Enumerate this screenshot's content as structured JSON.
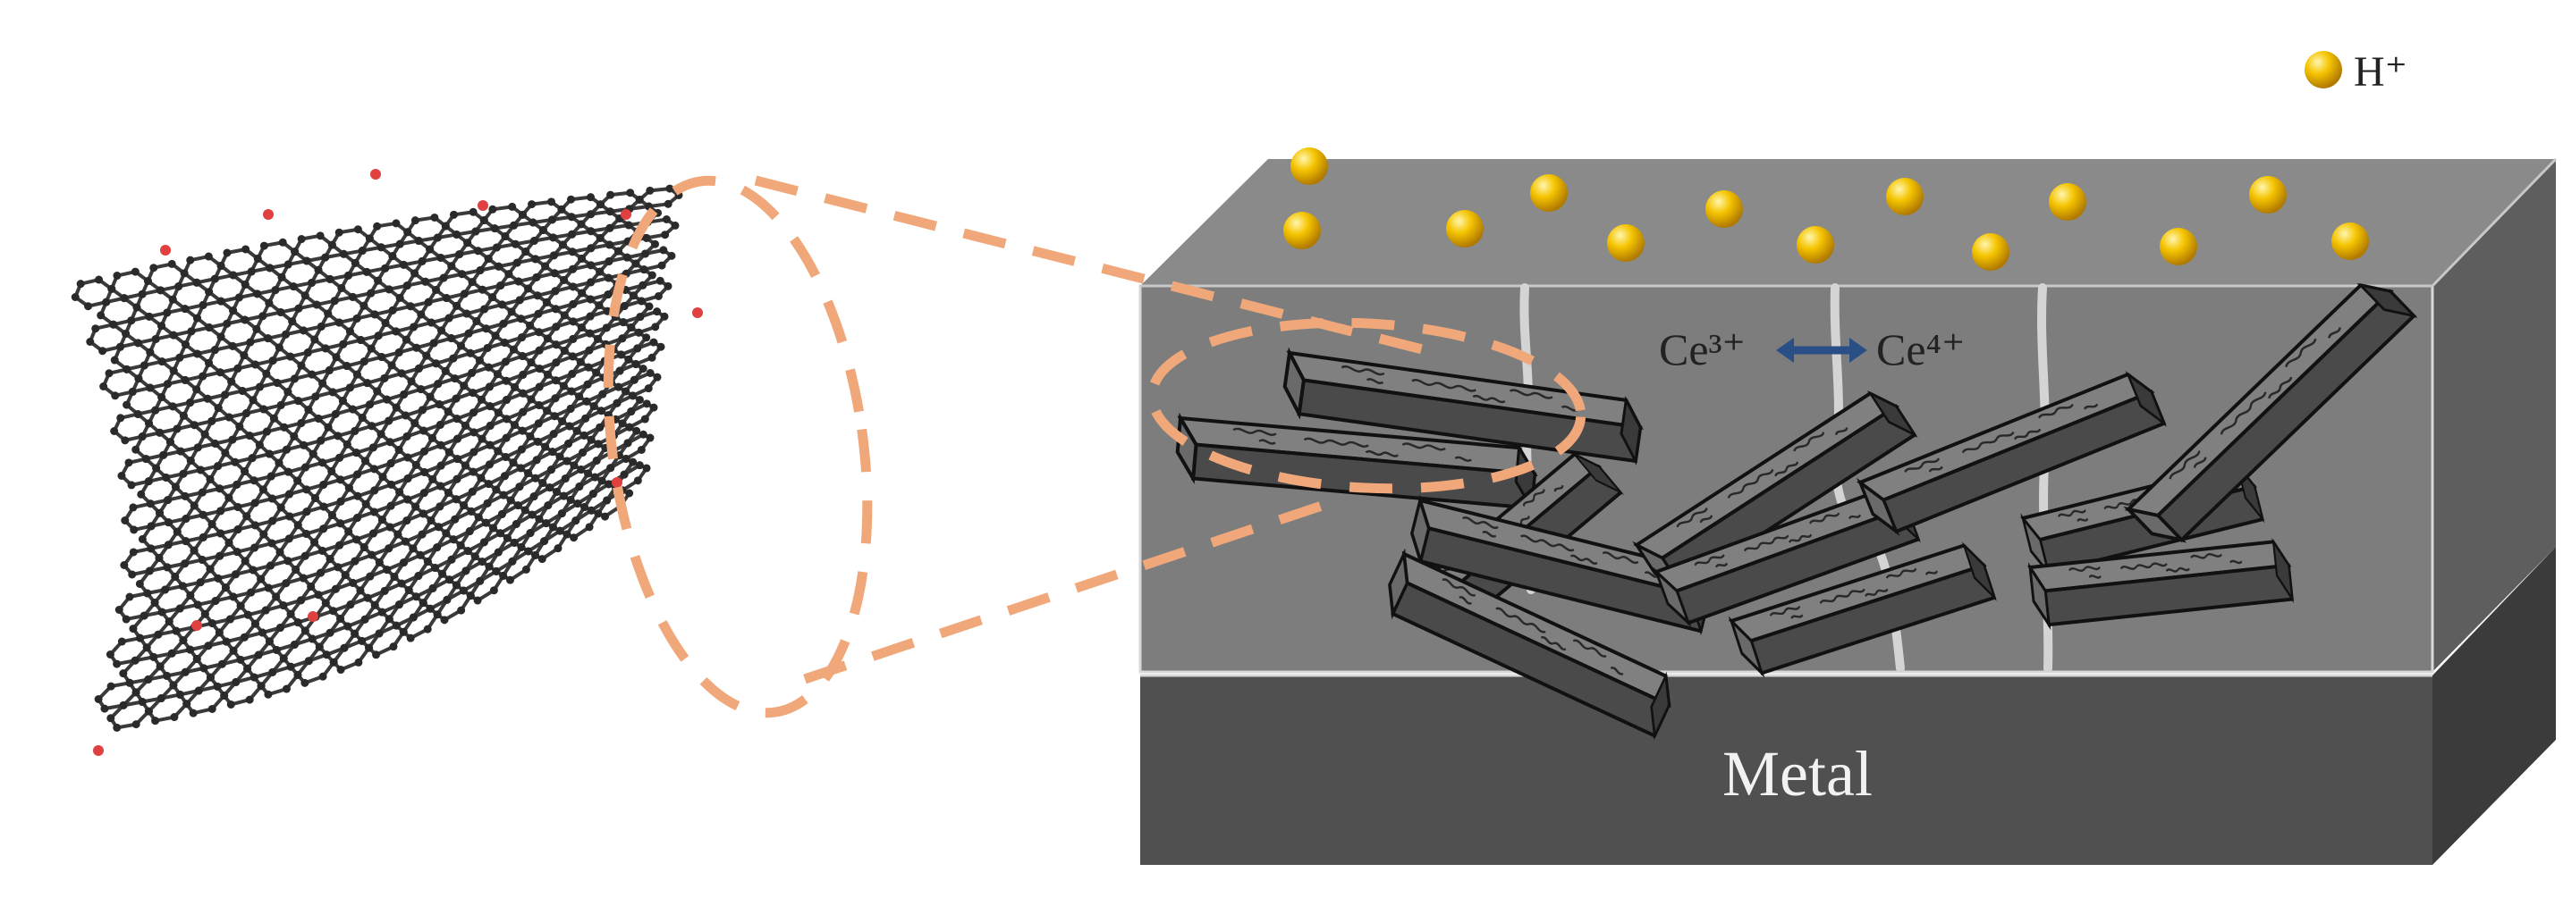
{
  "legend": {
    "label": "H⁺",
    "icon": "proton-sphere-icon"
  },
  "ion_labels": {
    "left": "Ce³⁺",
    "right": "Ce⁴⁺",
    "arrow": "double-arrow-icon"
  },
  "substrate": {
    "label": "Metal"
  },
  "colors": {
    "coating_top": "#8a8a8a",
    "coating_front": "#7d7d7d",
    "coating_side": "#5e5e5e",
    "metal_front": "#505050",
    "metal_side": "#3b3b3b",
    "proton": "#f5b800",
    "dash_outline": "#f0a87a",
    "arrow": "#2a4f86",
    "graphene_bond": "#3a3a3a"
  }
}
